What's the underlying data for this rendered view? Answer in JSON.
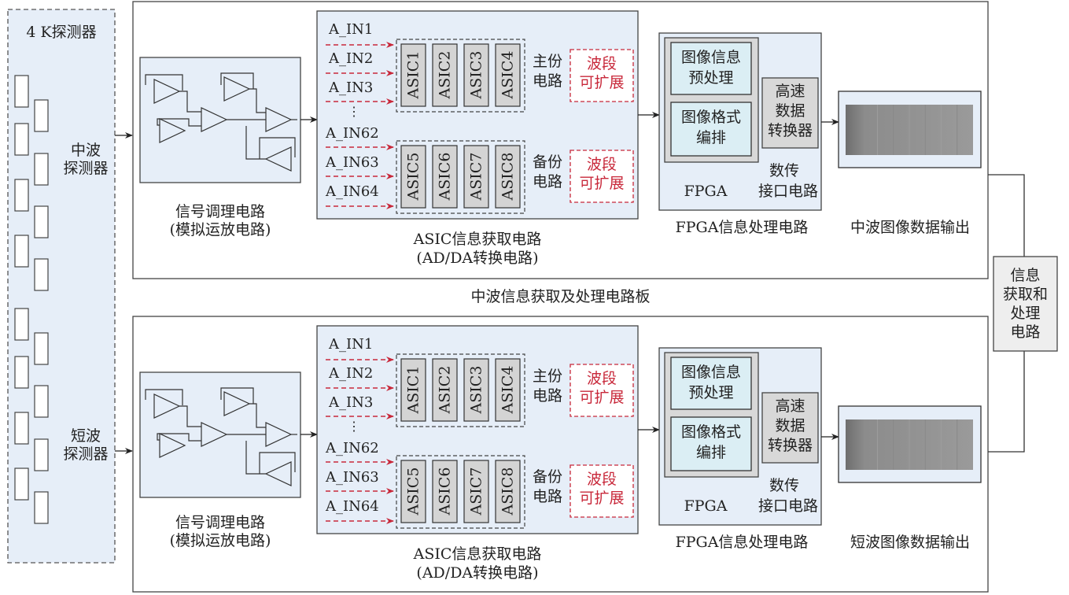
{
  "detector": {
    "title": "4 K探测器",
    "mw_label": [
      "中波",
      "探测器"
    ],
    "sw_label": [
      "短波",
      "探测器"
    ]
  },
  "boards": [
    {
      "id": "mw",
      "board_caption": "中波信息获取及处理电路板",
      "signal_caption": [
        "信号调理电路",
        "(模拟运放电路)"
      ],
      "asic_caption": [
        "ASIC信息获取电路",
        "(AD/DA转换电路)"
      ],
      "inputs_top": [
        "A_IN1",
        "A_IN2",
        "A_IN3"
      ],
      "inputs_bottom": [
        "A_IN62",
        "A_IN63",
        "A_IN64"
      ],
      "ellipsis": "⋮",
      "asics_main": [
        "ASIC1",
        "ASIC2",
        "ASIC3",
        "ASIC4"
      ],
      "asics_backup": [
        "ASIC5",
        "ASIC6",
        "ASIC7",
        "ASIC8"
      ],
      "main_label": [
        "主份",
        "电路"
      ],
      "backup_label": [
        "备份",
        "电路"
      ],
      "expand_label": [
        "波段",
        "可扩展"
      ],
      "fpga_pre": [
        "图像信息",
        "预处理"
      ],
      "fpga_format": [
        "图像格式",
        "编排"
      ],
      "fpga_conv": [
        "高速",
        "数据",
        "转换器"
      ],
      "fpga_label": "FPGA",
      "iface_label": [
        "数传",
        "接口电路"
      ],
      "fpga_caption": "FPGA信息处理电路",
      "output_caption": "中波图像数据输出"
    },
    {
      "id": "sw",
      "signal_caption": [
        "信号调理电路",
        "(模拟运放电路)"
      ],
      "asic_caption": [
        "ASIC信息获取电路",
        "(AD/DA转换电路)"
      ],
      "inputs_top": [
        "A_IN1",
        "A_IN2",
        "A_IN3"
      ],
      "inputs_bottom": [
        "A_IN62",
        "A_IN63",
        "A_IN64"
      ],
      "ellipsis": "⋮",
      "asics_main": [
        "ASIC1",
        "ASIC2",
        "ASIC3",
        "ASIC4"
      ],
      "asics_backup": [
        "ASIC5",
        "ASIC6",
        "ASIC7",
        "ASIC8"
      ],
      "main_label": [
        "主份",
        "电路"
      ],
      "backup_label": [
        "备份",
        "电路"
      ],
      "expand_label": [
        "波段",
        "可扩展"
      ],
      "fpga_pre": [
        "图像信息",
        "预处理"
      ],
      "fpga_format": [
        "图像格式",
        "编排"
      ],
      "fpga_conv": [
        "高速",
        "数据",
        "转换器"
      ],
      "fpga_label": "FPGA",
      "iface_label": [
        "数传",
        "接口电路"
      ],
      "fpga_caption": "FPGA信息处理电路",
      "output_caption": "短波图像数据输出"
    }
  ],
  "merge_box": [
    "信息",
    "获取和",
    "处理",
    "电路"
  ],
  "colors": {
    "panel_fill": "#e6eef8",
    "asic_fill": "#d4d4d4",
    "fpga_inner_fill": "#dbeef4",
    "gray_fill": "#d8d8d8",
    "red_dash": "#c8283a",
    "line": "#333333",
    "merge_fill": "#eeeeee"
  }
}
